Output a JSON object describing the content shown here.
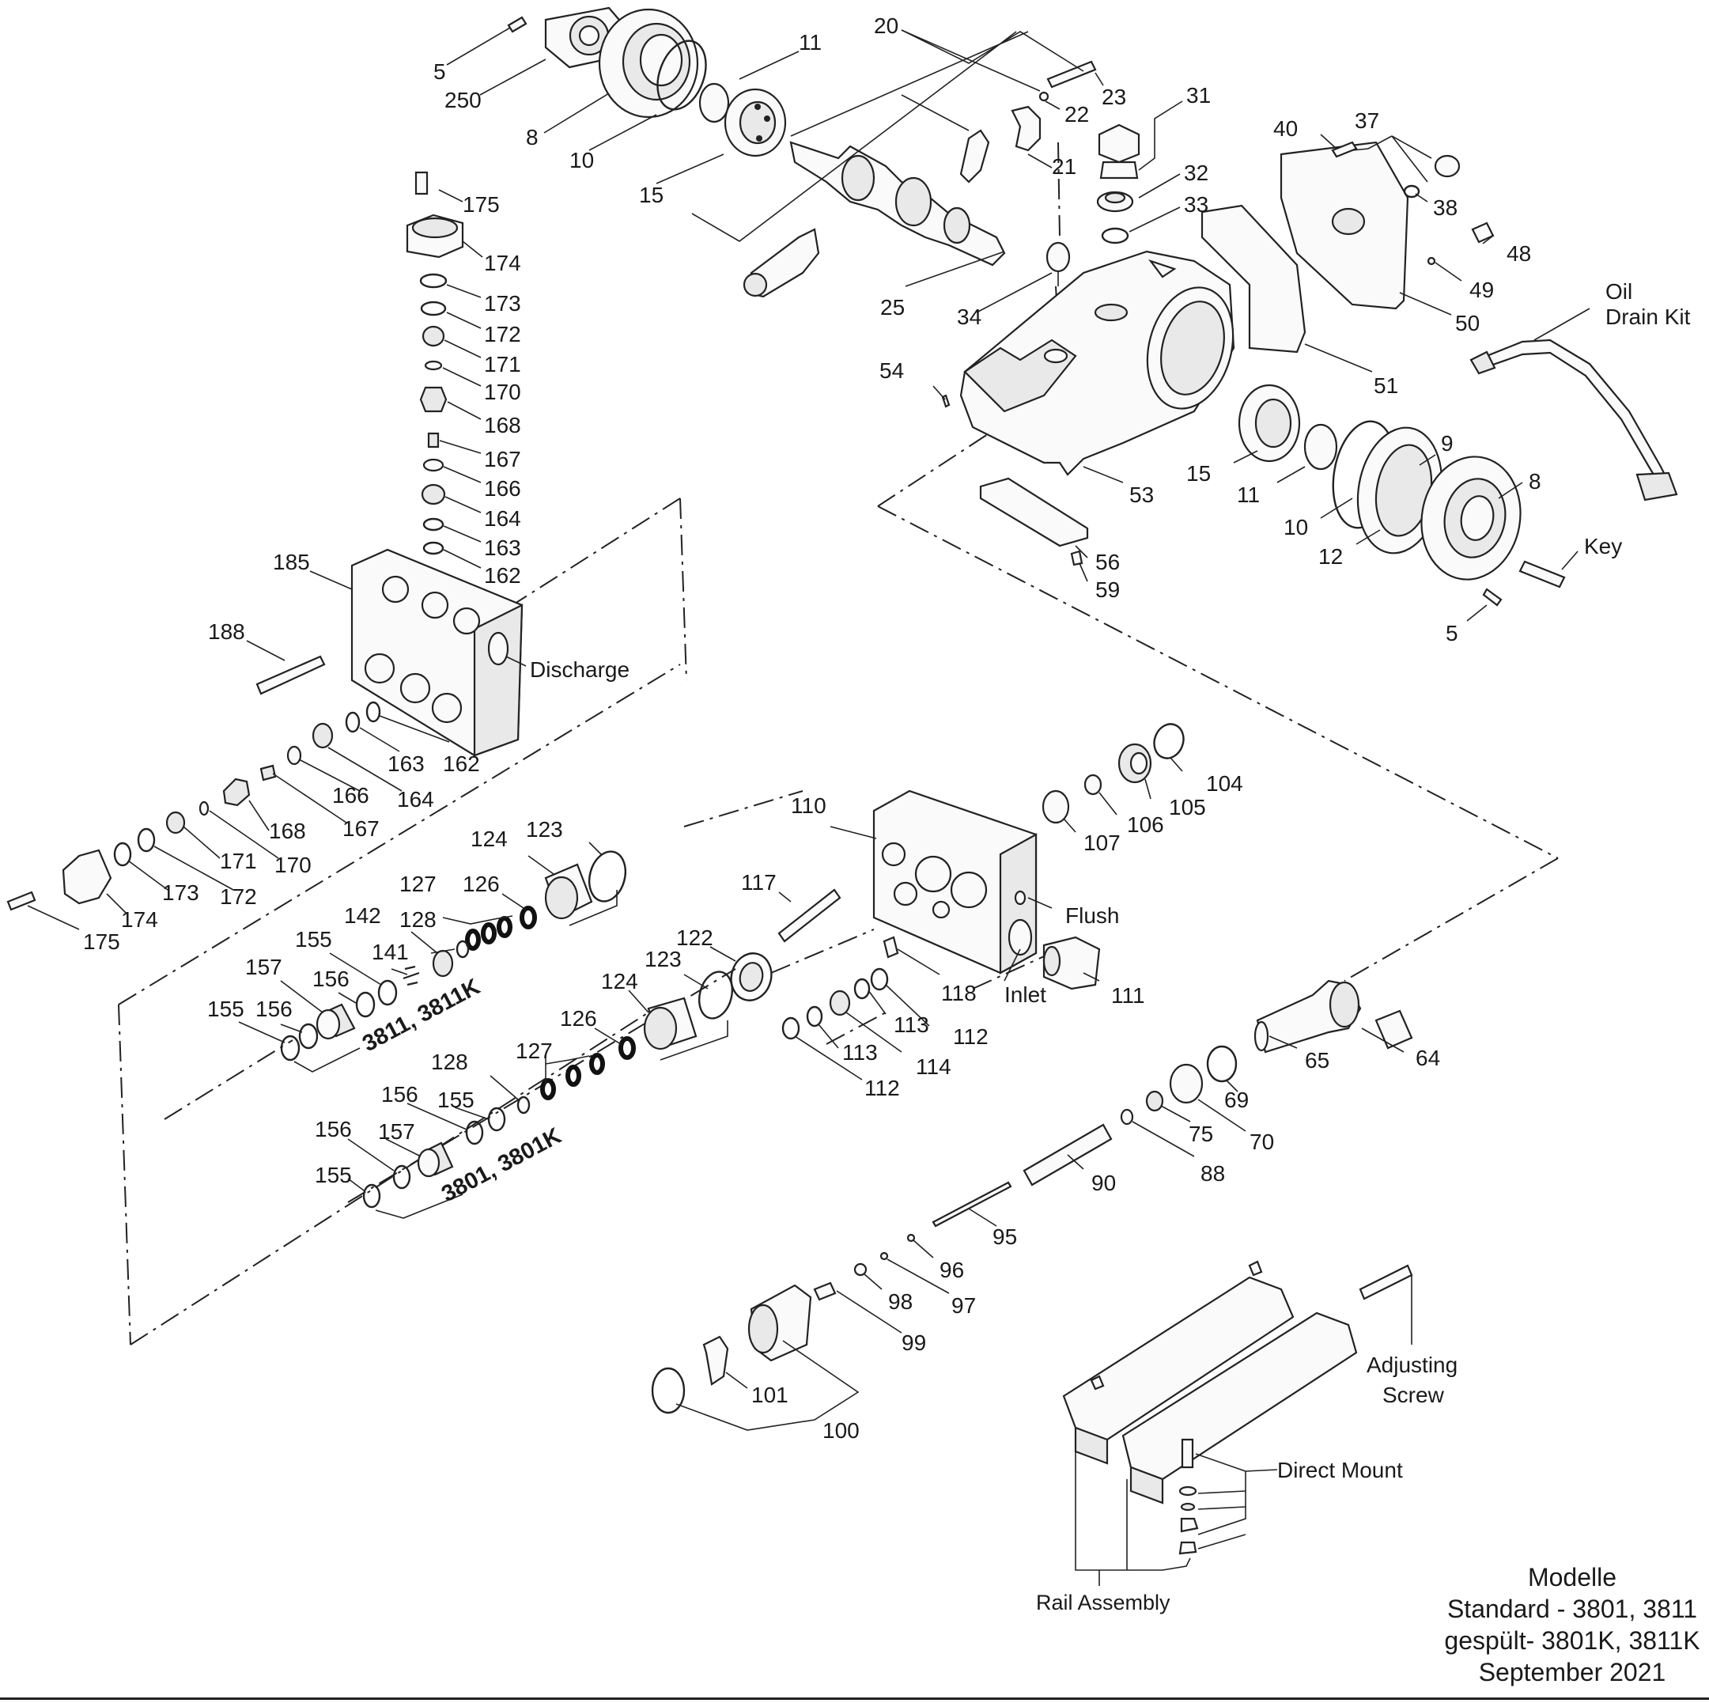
{
  "labels": {
    "l5a": "5",
    "l250": "250",
    "l8a": "8",
    "l10a": "10",
    "l11a": "11",
    "l15a": "15",
    "l20": "20",
    "l23": "23",
    "l22": "22",
    "l21": "21",
    "l25": "25",
    "l31": "31",
    "l32": "32",
    "l33": "33",
    "l34": "34",
    "l40": "40",
    "l37": "37",
    "l38": "38",
    "l48": "48",
    "l49": "49",
    "l50": "50",
    "l51": "51",
    "l54": "54",
    "l53": "53",
    "l15b": "15",
    "l11b": "11",
    "l10b": "10",
    "l12": "12",
    "l9": "9",
    "l8b": "8",
    "l5b": "5",
    "l56": "56",
    "l59": "59",
    "l175a": "175",
    "l174a": "174",
    "l173a": "173",
    "l172a": "172",
    "l171a": "171",
    "l170a": "170",
    "l168a": "168",
    "l167a": "167",
    "l166a": "166",
    "l164a": "164",
    "l163a": "163",
    "l162a": "162",
    "l185": "185",
    "l188": "188",
    "l163b": "163",
    "l162b": "162",
    "l166b": "166",
    "l164b": "164",
    "l168b": "168",
    "l167b": "167",
    "l171b": "171",
    "l170b": "170",
    "l173b": "173",
    "l172b": "172",
    "l174b": "174",
    "l175b": "175",
    "l124a": "124",
    "l123a": "123",
    "l127a": "127",
    "l126a": "126",
    "l142": "142",
    "l128a": "128",
    "l155a": "155",
    "l141": "141",
    "l157a": "157",
    "l156a": "156",
    "l155b": "155",
    "l156b": "156",
    "l110": "110",
    "l117": "117",
    "l122": "122",
    "l123b": "123",
    "l124b": "124",
    "l126b": "126",
    "l127b": "127",
    "l128b": "128",
    "l156c": "156",
    "l155c": "155",
    "l156d": "156",
    "l157b": "157",
    "l155d": "155",
    "l104": "104",
    "l105": "105",
    "l106": "106",
    "l107": "107",
    "l118": "118",
    "l111": "111",
    "l113a": "113",
    "l112a": "112",
    "l114": "114",
    "l113b": "113",
    "l112b": "112",
    "l65": "65",
    "l64": "64",
    "l69": "69",
    "l70": "70",
    "l75": "75",
    "l88": "88",
    "l90": "90",
    "l95": "95",
    "l96": "96",
    "l97": "97",
    "l98": "98",
    "l99": "99",
    "l101": "101",
    "l100": "100"
  },
  "text_labels": {
    "discharge": "Discharge",
    "flush": "Flush",
    "inlet": "Inlet",
    "key": "Key",
    "oil_drain_1": "Oil",
    "oil_drain_2": "Drain Kit",
    "adjusting_1": "Adjusting",
    "adjusting_2": "Screw",
    "direct_mount": "Direct Mount",
    "rail_assembly": "Rail Assembly"
  },
  "model_tags": {
    "upper": "3811, 3811K",
    "lower": "3801, 3801K"
  },
  "title_block": {
    "line1": "Modelle",
    "line2": "Standard - 3801, 3811",
    "line3": "gespült- 3801K, 3811K",
    "line4": "September 2021"
  }
}
